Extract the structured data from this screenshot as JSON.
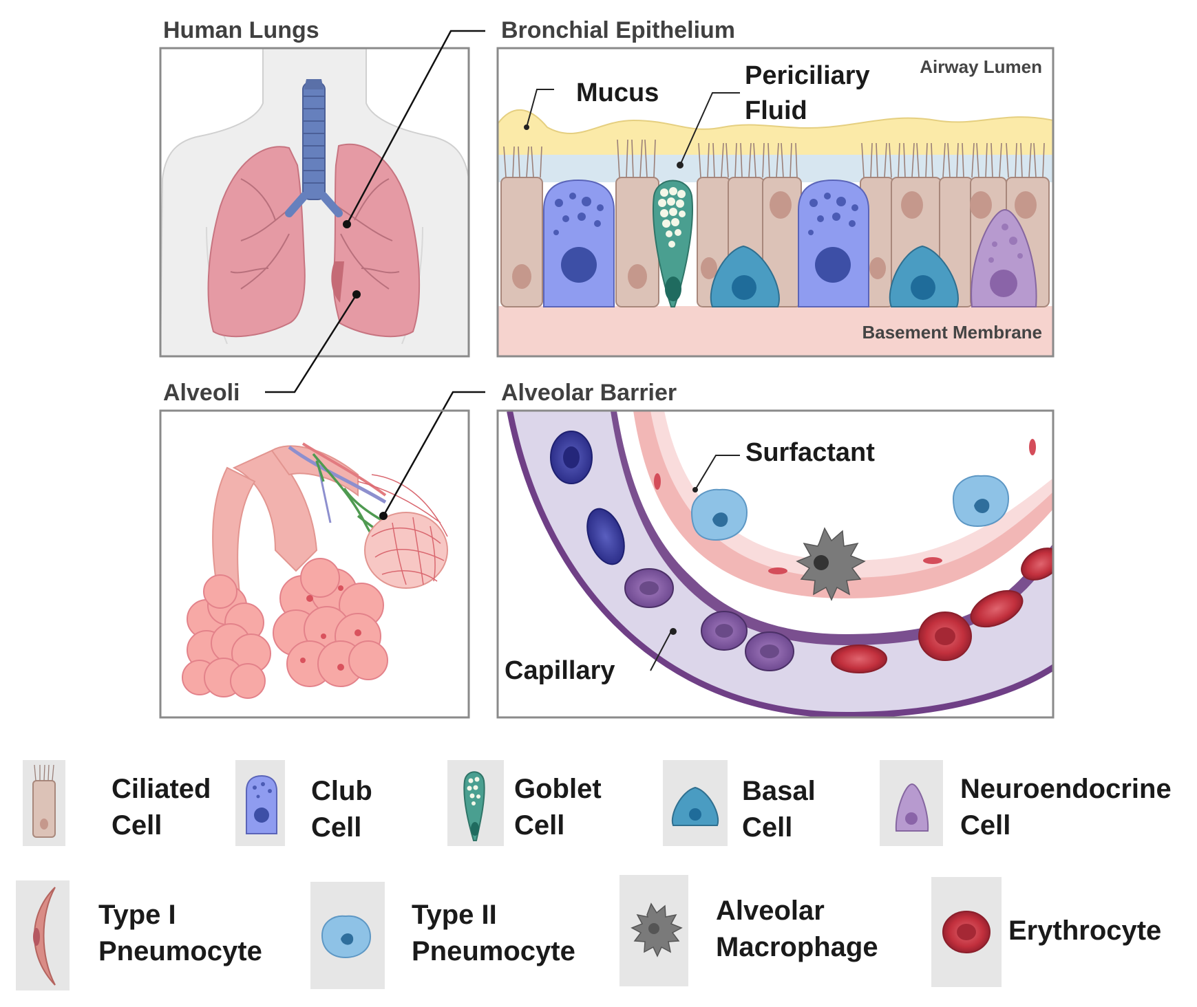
{
  "panels": {
    "lungs": {
      "title": "Human Lungs"
    },
    "bronchial": {
      "title": "Bronchial Epithelium",
      "mucus": "Mucus",
      "periciliary_1": "Periciliary",
      "periciliary_2": "Fluid",
      "airway_lumen": "Airway Lumen",
      "basement_membrane": "Basement Membrane"
    },
    "alveoli": {
      "title": "Alveoli"
    },
    "barrier": {
      "title": "Alveolar Barrier",
      "surfactant": "Surfactant",
      "capillary": "Capillary"
    }
  },
  "legend": {
    "items": [
      {
        "id": "ciliated",
        "line1": "Ciliated",
        "line2": "Cell",
        "color": "#dcc2b7"
      },
      {
        "id": "club",
        "line1": "Club",
        "line2": "Cell",
        "color": "#8f9cf0"
      },
      {
        "id": "goblet",
        "line1": "Goblet",
        "line2": "Cell",
        "color": "#4a9f90"
      },
      {
        "id": "basal",
        "line1": "Basal",
        "line2": "Cell",
        "color": "#4a9cc2"
      },
      {
        "id": "neuroendocrine",
        "line1": "Neuroendocrine",
        "line2": "Cell",
        "color": "#b79acf"
      },
      {
        "id": "type1",
        "line1": "Type I",
        "line2": "Pneumocyte",
        "color": "#d98c86"
      },
      {
        "id": "type2",
        "line1": "Type II",
        "line2": "Pneumocyte",
        "color": "#8ec2e6"
      },
      {
        "id": "macrophage",
        "line1": "Alveolar",
        "line2": "Macrophage",
        "color": "#7a7a7a"
      },
      {
        "id": "erythrocyte",
        "line1": "Erythrocyte",
        "line2": "",
        "color": "#b43a48"
      }
    ]
  },
  "colors": {
    "panel_border": "#8a8a8a",
    "lung_pink": "#e59aa4",
    "trachea_blue": "#5f78b4",
    "mucus_yellow": "#fbeaa8",
    "pcl_blue": "#d7e6f0",
    "basement_pink": "#f6d3ce",
    "capillary_purple": "#7a4f8f",
    "erythrocyte_red": "#c8323f"
  }
}
